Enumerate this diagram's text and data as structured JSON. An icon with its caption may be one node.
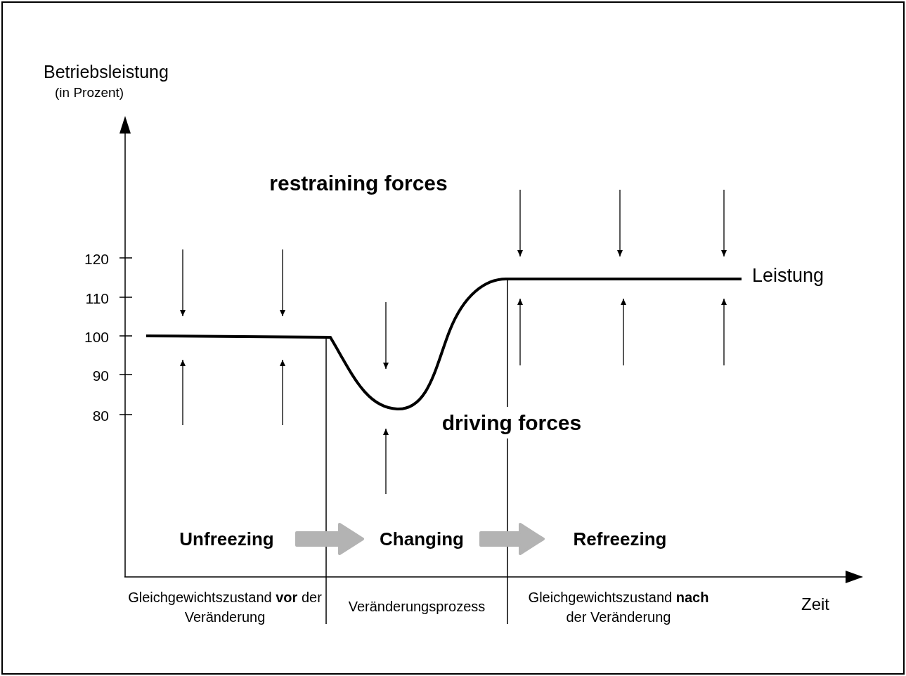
{
  "diagram": {
    "nodes": [
      {
        "text": [
          "Unfreezing"
        ]
      },
      {
        "text": [
          "Changing"
        ]
      },
      {
        "text": [
          "Refreezing"
        ]
      }
    ],
    "edges": [
      {
        "from": 0,
        "to": 1,
        "arrow": "to",
        "style": "thick",
        "color": "#b3b3b3"
      },
      {
        "from": 1,
        "to": 2,
        "arrow": "to",
        "style": "thick",
        "color": "#b3b3b3"
      }
    ],
    "labels": [
      "Betriebsleistung",
      "(in Prozent)",
      "120",
      "110",
      "100",
      "90",
      "80",
      "restraining forces",
      "Leistung",
      "driving forces",
      "Gleichgewichtszustand **vor** der Veränderung",
      "Veränderungsprozess",
      "Gleichgewichtszustand **nach** der Veränderung",
      "Zeit"
    ]
  }
}
